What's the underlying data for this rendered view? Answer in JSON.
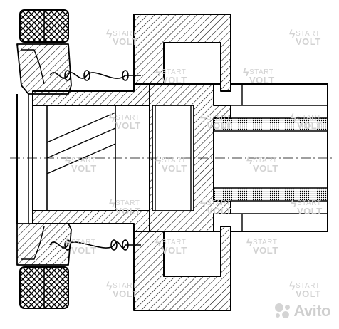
{
  "watermark": {
    "line1": "START",
    "line2": "VOLT"
  },
  "logo": {
    "brand": "Avito"
  },
  "colors": {
    "line": "#000000",
    "hatch": "#000000",
    "watermark": "#d2d2d2",
    "logo": "#cfcfcf"
  }
}
